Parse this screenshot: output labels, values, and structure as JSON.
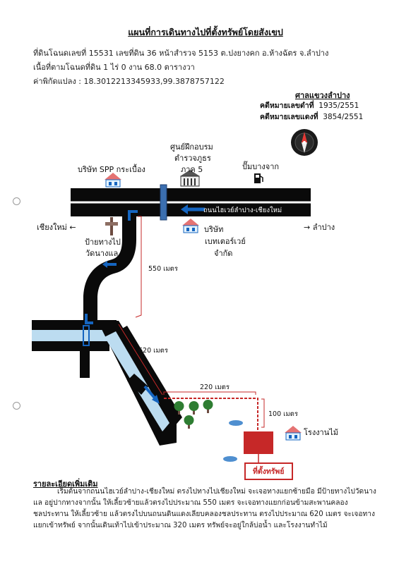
{
  "title": "แผนที่การเดินทางไปที่ตั้งทรัพย์โดยสังเขป",
  "info": {
    "line1": "ที่ดินโฉนดเลขที่  15531  เลขที่ดิน  36  หน้าสำรวจ  5153  ต.ปงยางคก  อ.ห้างฉัตร  จ.ลำปาง",
    "line2": "เนื้อที่ตามโฉนดที่ดิน       1 ไร่ 0 งาน 68.0 ตารางวา",
    "line3": "ค่าพิกัดแปลง :  18.3012213345933,99.3878757122"
  },
  "court": {
    "title": "ศาลแขวงลำปาง",
    "black_label": "คดีหมายเลขดำที่",
    "black_value": "1935/2551",
    "red_label": "คดีหมายเลขแดงที่",
    "red_value": "3854/2551"
  },
  "map": {
    "road_name": "ถนนไฮเวย์ลำปาง-เชียงใหม่",
    "west_label": "เชียงใหม่",
    "east_label": "ลำปาง",
    "west_arrow": "←",
    "east_arrow": "→",
    "company_spp": "บริษัท SPP กระเบื้อง",
    "training_center_1": "ศูนย์ฝึกอบรม",
    "training_center_2": "ตำรวจภูธร",
    "training_center_3": "ภาค 5",
    "gas_station": "ปั๊มบางจาก",
    "battery_1": "บริษัท",
    "battery_2": "เบทเตอร์เวย์",
    "battery_3": "จำกัด",
    "sign_1": "ป้ายทางไป",
    "sign_2": "วัดนางแล",
    "dist_550": "550 เมตร",
    "dist_620": "620 เมตร",
    "dist_220": "220 เมตร",
    "dist_100": "100 เมตร",
    "sawmill": "โรงงานไม้",
    "property": "ที่ตั้งทรัพย์"
  },
  "details": {
    "title": "รายละเอียดเพิ่มเติม",
    "body": "เริ่มต้นจากถนนไฮเวย์ลำปาง-เชียงใหม่ ตรงไปทางไปเชียงใหม่ จะเจอทางแยกซ้ายมือ มีป้ายทางไปวัดนางแล อยู่ปากทางจากนั้น ให้เลี้ยวซ้ายแล้วตรงไปประมาณ 550 เมตร จะเจอทางแยกก่อนข้ามสะพานคลองชลประทาน ให้เลี้ยวซ้าย แล้วตรงไปบนถนนดินแดงเลียบคลองชลประทาน ตรงไปประมาณ 620 เมตร จะเจอทางแยกเข้าทรัพย์ จากนั้นเดินเท้าไปเข้าประมาณ 320 เมตร ทรัพย์จะอยู่ใกล้บ่อน้ำ และโรงงานทำไม้"
  },
  "colors": {
    "road": "#0a0a0a",
    "arrow_blue": "#1565c0",
    "canal": "#bcdcf0",
    "bridge": "#3b6fb0",
    "dist_line": "#c62828",
    "property": "#c62828",
    "tree": "#2e7d32",
    "trunk": "#6d4c41",
    "pond": "#4f8fd0"
  }
}
